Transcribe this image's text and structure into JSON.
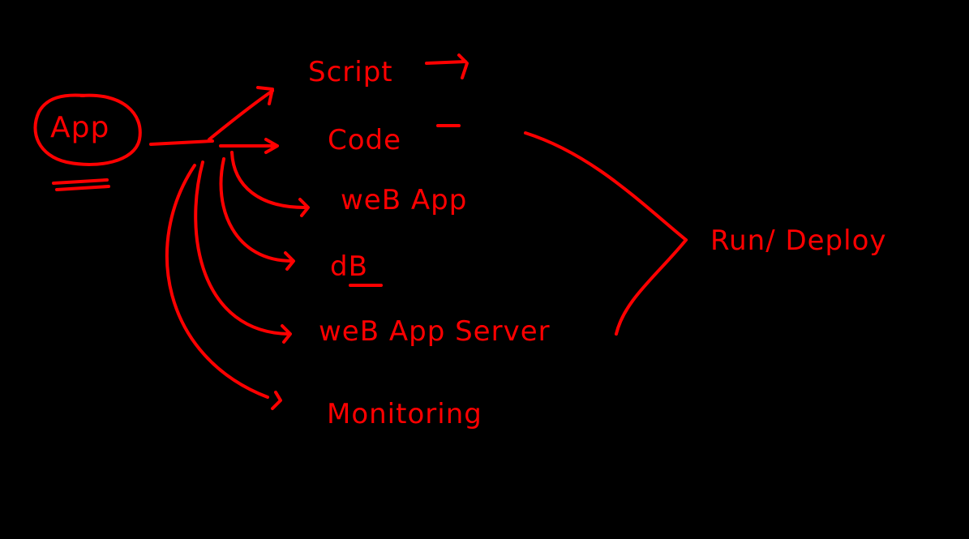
{
  "colors": {
    "background": "#000000",
    "ink": "#ff0000"
  },
  "diagram": {
    "root": "App",
    "targets": [
      "Script",
      "Code",
      "weB App",
      "dB",
      "weB App Server",
      "Monitoring"
    ],
    "group_label": "Run/ Deploy"
  }
}
